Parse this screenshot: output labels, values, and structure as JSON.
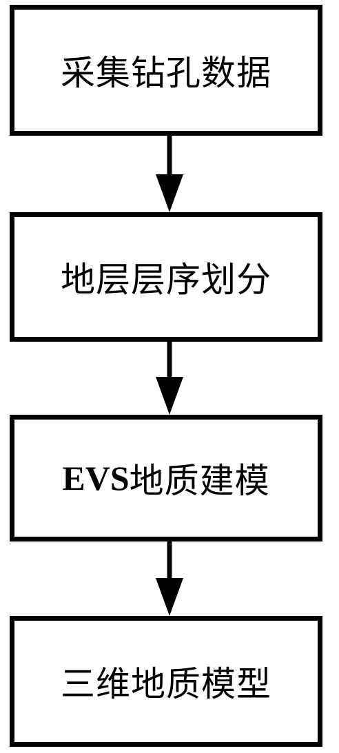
{
  "diagram": {
    "type": "flowchart",
    "direction": "top-to-bottom",
    "colors": {
      "stroke": "#000000",
      "fill": "#ffffff",
      "text": "#000000"
    },
    "steps": [
      {
        "label": "采集钻孔数据"
      },
      {
        "prefix": "EVS",
        "label": "地质建模",
        "order": 3
      },
      {
        "label": "地层层序划分"
      },
      {
        "label": "三维地质模型"
      }
    ],
    "edges": [
      {
        "from": "采集钻孔数据",
        "to": "地层层序划分"
      },
      {
        "from": "地层层序划分",
        "to": "EVS地质建模"
      },
      {
        "from": "EVS地质建模",
        "to": "三维地质模型"
      }
    ]
  }
}
